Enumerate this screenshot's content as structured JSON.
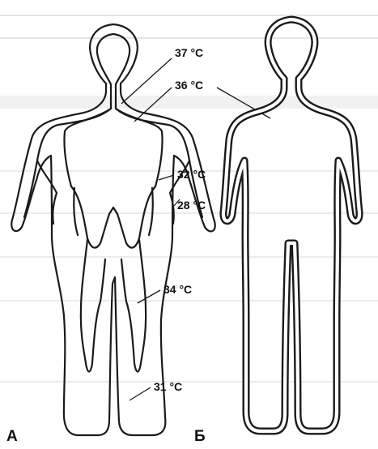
{
  "figure": {
    "panel_a_label": "А",
    "panel_b_label": "Б",
    "temperatures": {
      "t37": "37 °C",
      "t36": "36 °C",
      "t32": "32 °C",
      "t28": "28 °C",
      "t34": "34 °C",
      "t31": "31 °C"
    }
  },
  "colors": {
    "outline": "#1a1a1a",
    "background": "#ffffff"
  }
}
